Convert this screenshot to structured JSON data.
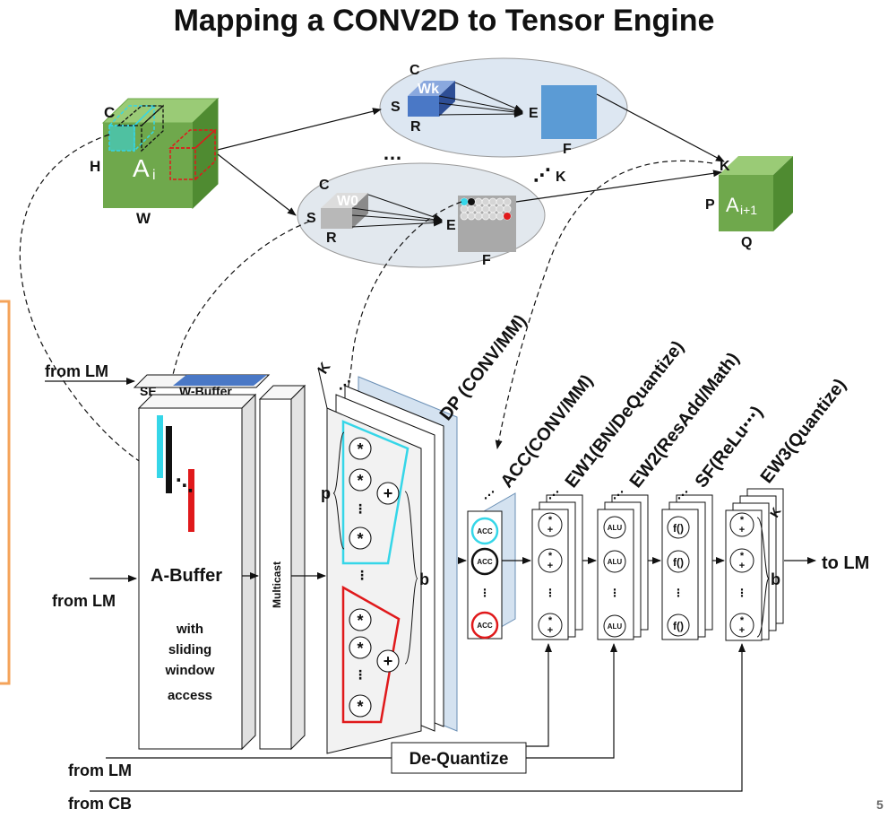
{
  "title": "Mapping a CONV2D to Tensor Engine",
  "page_number": "5",
  "colors": {
    "input_tensor": "#6fa84c",
    "output_tensor": "#6fa84c",
    "filter_k": "#4a78c6",
    "filter_0": "#b8b8b8",
    "output_plane_k": "#5b9bd5",
    "ellipse_fill": "#dde7f2",
    "accent_cyan": "#35d6e8",
    "accent_red": "#e0191b",
    "dp_panel": "#d4e2f0",
    "orange_border": "#f4a35a"
  },
  "tensors": {
    "input": {
      "name": "A",
      "sub": "i",
      "c": "C",
      "h": "H",
      "w": "W"
    },
    "output": {
      "name": "A",
      "sub": "i+1",
      "k": "K",
      "p": "P",
      "q": "Q"
    },
    "filter_k": {
      "name": "Wk",
      "c": "C",
      "s": "S",
      "r": "R",
      "e": "E",
      "f": "F"
    },
    "filter_0": {
      "name": "W0",
      "c": "C",
      "s": "S",
      "r": "R",
      "e": "E",
      "f": "F"
    },
    "between_ellipses": "…",
    "k_dots": "K"
  },
  "inputs": {
    "from_lm_top": "from LM",
    "from_lm_mid": "from LM",
    "from_lm_bottom": "from LM",
    "from_cb": "from CB"
  },
  "buffers": {
    "se": "SE",
    "w_buffer": "W-Buffer",
    "a_buffer_title": "A-Buffer",
    "a_buffer_desc": [
      "with",
      "sliding",
      "window",
      "access"
    ],
    "multicast": "Multicast"
  },
  "dp": {
    "label": "DP (CONV/MM)",
    "k": "K",
    "p": "p",
    "b": "b",
    "mul": "*",
    "add": "+",
    "vdots": "⋮"
  },
  "stages": {
    "acc": "ACC(CONV/MM)",
    "ew1": "EW1(BN/DeQuantize)",
    "ew2": "EW2(ResAdd/Math)",
    "sf": "SF(ReLu⋯)",
    "ew3": "EW3(Quantize)",
    "acc_cell": "ACC",
    "alu_cell": "ALU",
    "f_cell": "f()",
    "b": "b",
    "k": "K"
  },
  "dequantize": "De-Quantize",
  "output": "to LM"
}
